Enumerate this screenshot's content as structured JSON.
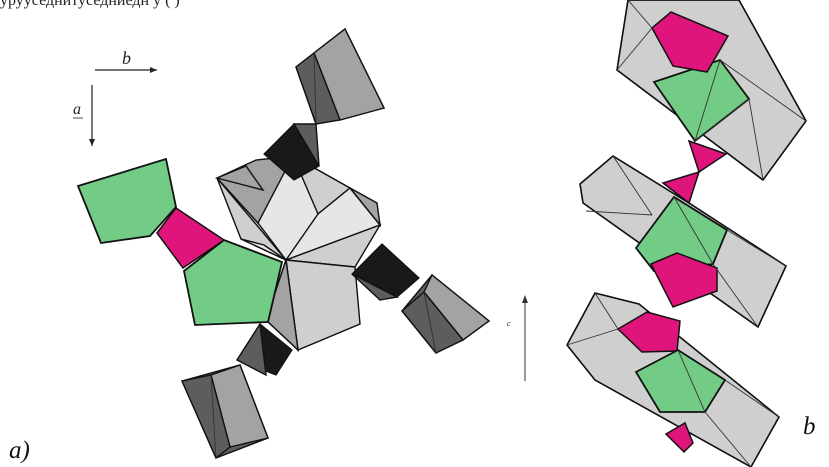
{
  "top_caption": "урууседнитуседниедн                              у   (   )",
  "labels": {
    "panel_a": "a)",
    "panel_b": "b",
    "axis_b": "b",
    "axis_a": "a",
    "axis_c": "c"
  },
  "colors": {
    "green": "#73cc85",
    "pink": "#e0157b",
    "gray": "#cfcfcf",
    "light_gray": "#e6e6e6",
    "mid_gray": "#a3a3a3",
    "dark_gray": "#5d5d5d",
    "black": "#191919"
  }
}
